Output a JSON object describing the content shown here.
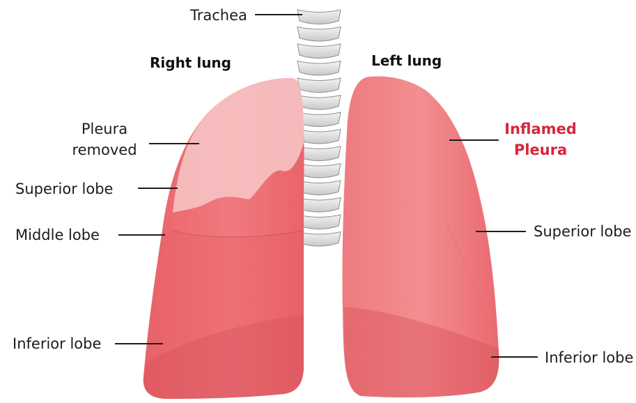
{
  "labels": {
    "trachea": "Trachea",
    "right_lung": "Right lung",
    "left_lung": "Left lung",
    "pleura_removed_line1": "Pleura",
    "pleura_removed_line2": "removed",
    "inflamed_line1": "Inflamed",
    "inflamed_line2": "Pleura",
    "right_superior_lobe": "Superior lobe",
    "right_middle_lobe": "Middle lobe",
    "right_inferior_lobe": "Inferior lobe",
    "left_superior_lobe": "Superior lobe",
    "left_inferior_lobe": "Inferior lobe"
  },
  "colors": {
    "lung_base": "#ec6b70",
    "lung_light": "#f28f92",
    "lung_dark": "#d9545b",
    "pleura_removed_overlay": "#f3b3b3",
    "trachea_ring": "#dcdcdc",
    "trachea_stroke": "#8f8f8f",
    "leader_line": "#1c1c1c",
    "inflamed_text": "#d7263d"
  }
}
